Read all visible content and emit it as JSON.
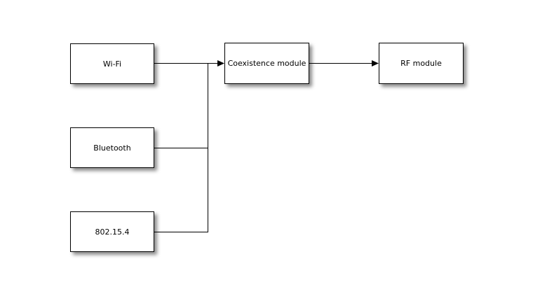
{
  "diagram": {
    "background_color": "#ffffff",
    "node_fill_color": "#ffffff",
    "node_border_color": "#000000",
    "connector_color": "#000000",
    "shadow_color": "#777777",
    "nodes": [
      {
        "id": "wifi",
        "label": "Wi-Fi"
      },
      {
        "id": "bluetooth",
        "label": "Bluetooth"
      },
      {
        "id": "ieee-802-15-4",
        "label": "802.15.4"
      },
      {
        "id": "coexistence-module",
        "label": "Coexistence module"
      },
      {
        "id": "rf-module",
        "label": "RF module"
      }
    ],
    "edges": [
      {
        "from": "wifi",
        "to": "coexistence-module",
        "arrowhead": true
      },
      {
        "from": "bluetooth",
        "to": "coexistence-module",
        "arrowhead": false
      },
      {
        "from": "ieee-802-15-4",
        "to": "coexistence-module",
        "arrowhead": false
      },
      {
        "from": "coexistence-module",
        "to": "rf-module",
        "arrowhead": true
      }
    ]
  }
}
